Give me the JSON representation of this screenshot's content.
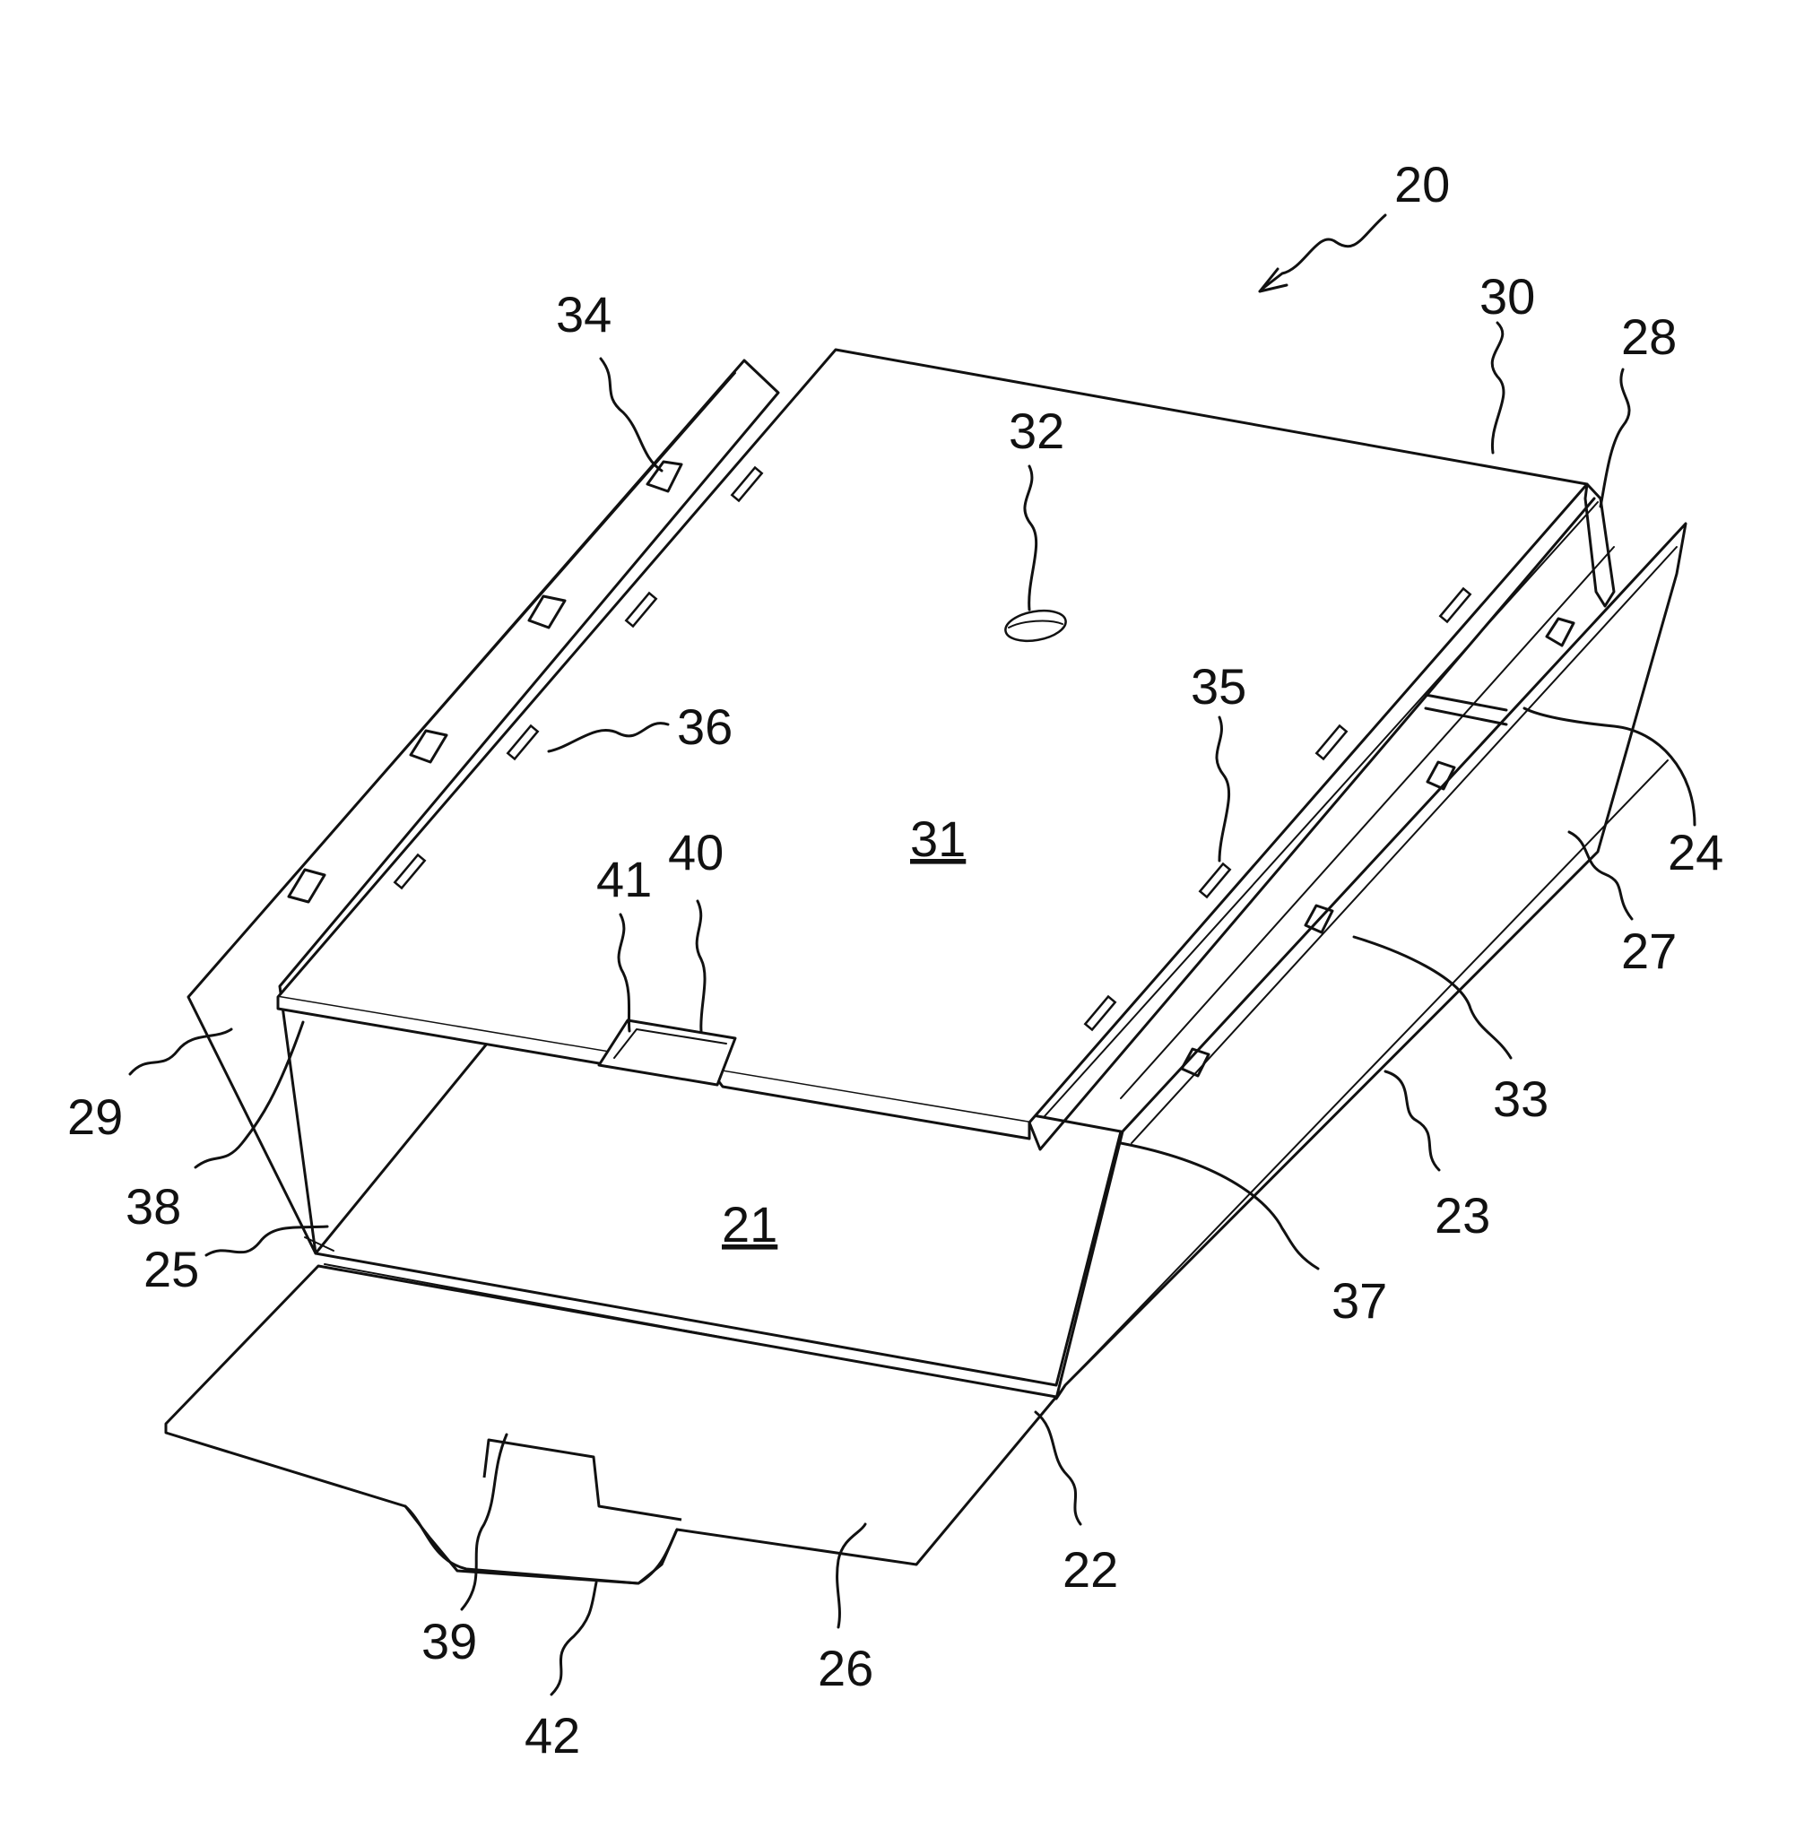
{
  "figure": {
    "labels": {
      "l20": "20",
      "l21": "21",
      "l22": "22",
      "l23": "23",
      "l24": "24",
      "l25": "25",
      "l26": "26",
      "l27": "27",
      "l28": "28",
      "l29": "29",
      "l30": "30",
      "l31": "31",
      "l32": "32",
      "l33": "33",
      "l34": "34",
      "l35": "35",
      "l36": "36",
      "l37": "37",
      "l38": "38",
      "l39": "39",
      "l40": "40",
      "l41": "41",
      "l42": "42"
    },
    "colors": {
      "ink": "#111111",
      "paper": "#ffffff"
    }
  }
}
